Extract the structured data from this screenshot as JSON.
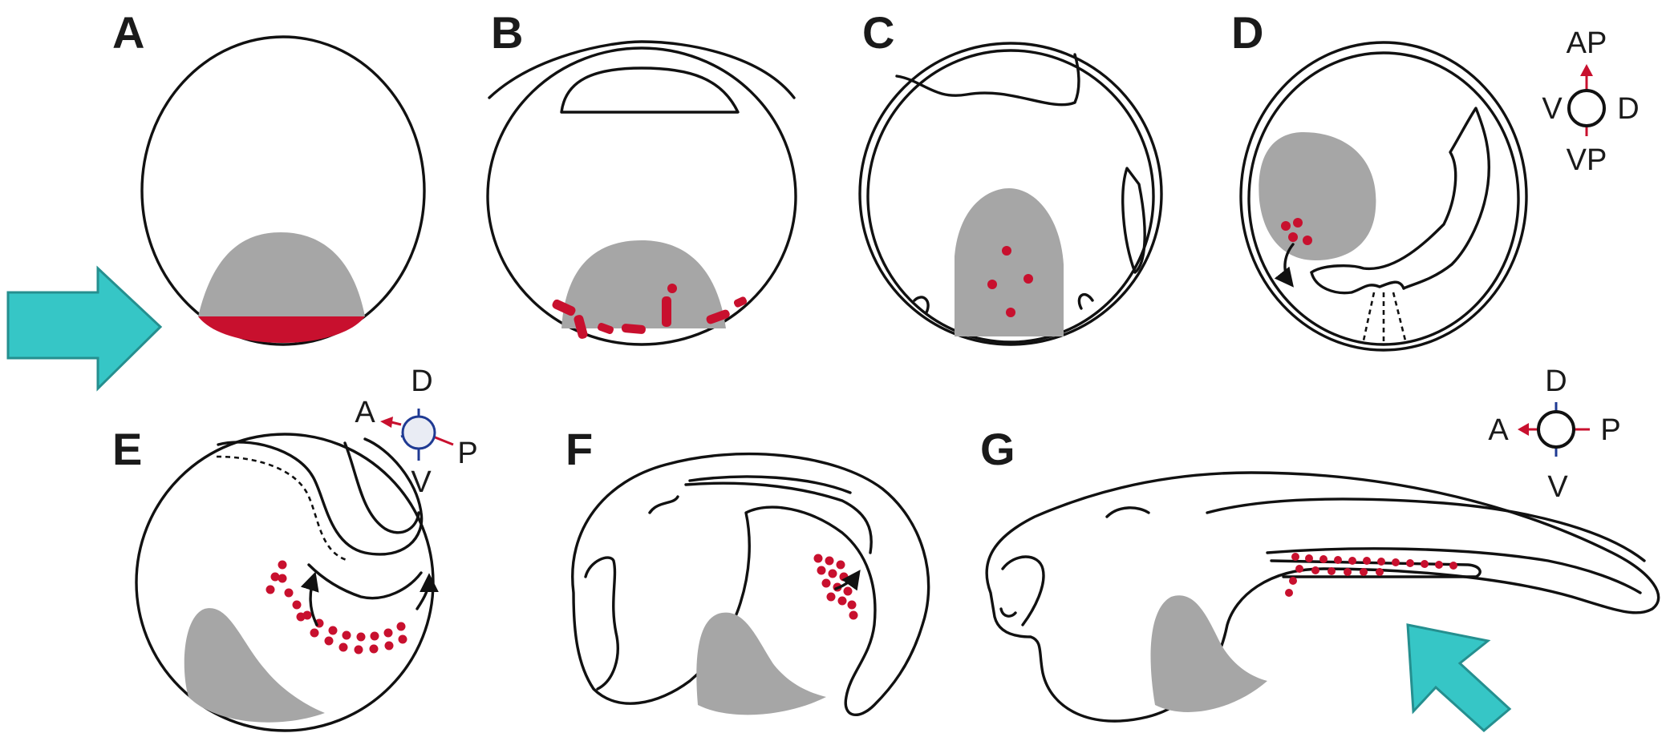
{
  "panels": [
    {
      "id": "A",
      "label": "A"
    },
    {
      "id": "B",
      "label": "B"
    },
    {
      "id": "C",
      "label": "C"
    },
    {
      "id": "D",
      "label": "D"
    },
    {
      "id": "E",
      "label": "E"
    },
    {
      "id": "F",
      "label": "F"
    },
    {
      "id": "G",
      "label": "G"
    }
  ],
  "compass_d": {
    "top": "AP",
    "left": "V",
    "right": "D",
    "bottom": "VP"
  },
  "compass_e": {
    "top": "D",
    "left": "A",
    "right": "P",
    "bottom": "V"
  },
  "compass_g": {
    "top": "D",
    "left": "A",
    "right": "P",
    "bottom": "V"
  },
  "colors": {
    "highlight_red": "#c8102e",
    "yolk_gray": "#a6a6a6",
    "pointer_arrow_teal": "#36c6c6",
    "outline": "#111111",
    "compass_blue": "#1f3a93"
  },
  "icons": [
    "pointer-arrow-right",
    "pointer-arrow-up-left",
    "compass-icon",
    "migration-arrow-icon"
  ]
}
